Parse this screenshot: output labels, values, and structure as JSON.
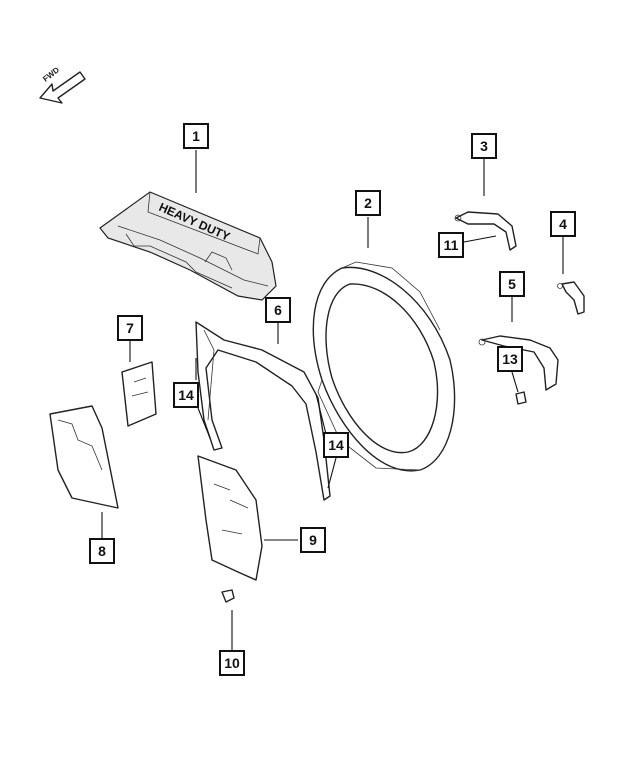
{
  "orientation": {
    "label": "FWD",
    "icon": "forward-arrow-icon"
  },
  "part_text": "HEAVY DUTY",
  "callouts": [
    "1",
    "2",
    "3",
    "4",
    "5",
    "6",
    "7",
    "8",
    "9",
    "10",
    "11",
    "13",
    "14",
    "14"
  ]
}
